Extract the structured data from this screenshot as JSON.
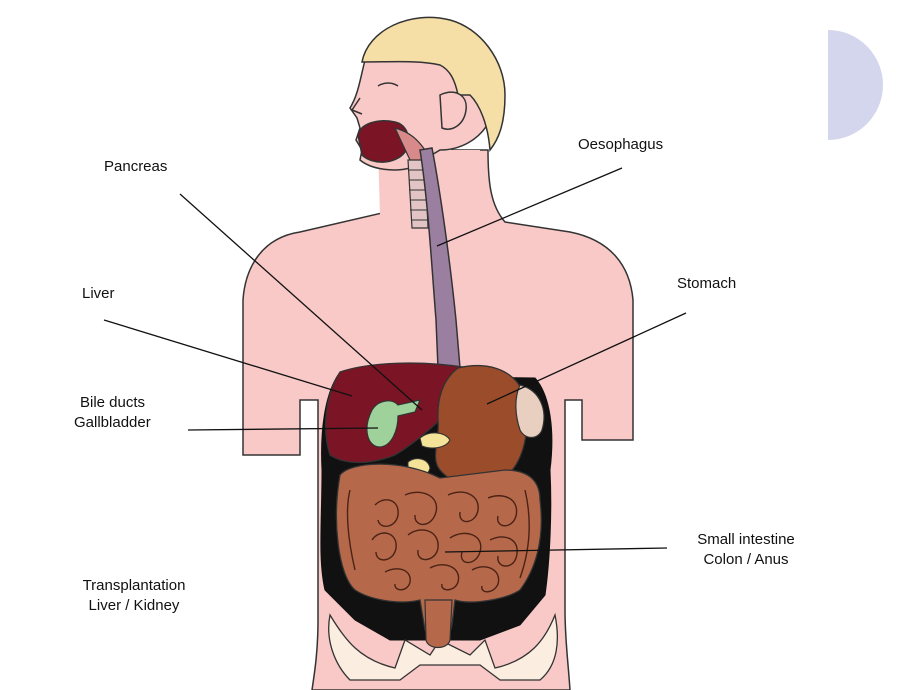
{
  "colors": {
    "skin": "#f9c9c8",
    "hair": "#f5dfa6",
    "liver": "#7b1424",
    "stomach": "#9b4c2a",
    "gallbladder": "#9fd19a",
    "intestine": "#b6694a",
    "esophagus": "#9b7fa0",
    "bone": "#fbeee0",
    "accent_circle": "#d4d6ee"
  },
  "labels": {
    "oesophagus": "Oesophagus",
    "pancreas": "Pancreas",
    "stomach": "Stomach",
    "liver": "Liver",
    "bile_ducts": "Bile ducts",
    "gallbladder": "Gallbladder",
    "small_intestine": "Small intestine",
    "colon_anus": "Colon / Anus",
    "transplantation": "Transplantation",
    "liver_kidney": "Liver / Kidney"
  }
}
